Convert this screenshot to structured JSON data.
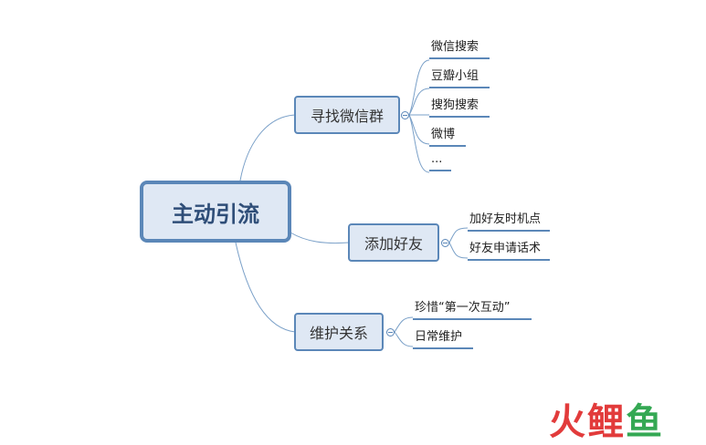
{
  "root": {
    "label": "主动引流"
  },
  "branches": [
    {
      "label": "寻找微信群",
      "children": [
        "微信搜索",
        "豆瓣小组",
        "搜狗搜索",
        "微博",
        "..."
      ]
    },
    {
      "label": "添加好友",
      "children": [
        "加好友时机点",
        "好友申请话术"
      ]
    },
    {
      "label": "维护关系",
      "children": [
        "珍惜“第一次互动”",
        "日常维护"
      ]
    }
  ],
  "watermark": {
    "chars": [
      "火",
      "鲤",
      "鱼"
    ]
  },
  "colors": {
    "line": "#5b87b8",
    "node_fill": "#dfe8f4",
    "root_text": "#2f4e78",
    "watermark_red": "#e23b3b",
    "watermark_green": "#34a853"
  }
}
